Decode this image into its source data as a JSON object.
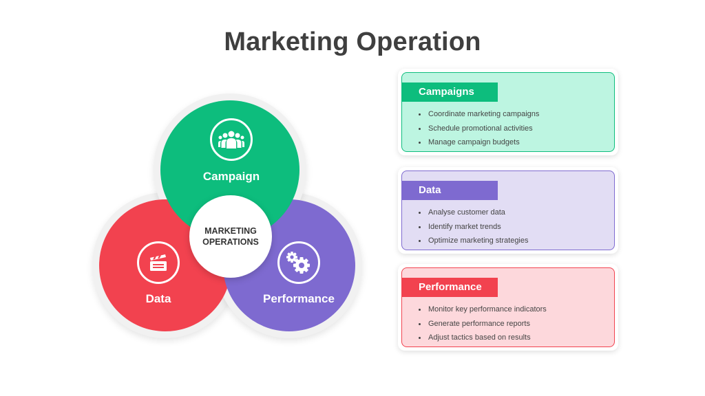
{
  "title": "Marketing Operation",
  "colors": {
    "campaign": "#0dbd7d",
    "data": "#f2424f",
    "performance": "#7e6ad0",
    "title": "#3f3f3f"
  },
  "diagram": {
    "center_label": "MARKETING\nOPERATIONS",
    "circles": {
      "campaign": {
        "label": "Campaign",
        "icon": "team-people-icon"
      },
      "data": {
        "label": "Data",
        "icon": "clapperboard-icon"
      },
      "performance": {
        "label": "Performance",
        "icon": "gears-icon"
      }
    }
  },
  "cards": [
    {
      "title": "Campaigns",
      "items": [
        "Coordinate marketing campaigns",
        "Schedule promotional activities",
        "Manage campaign budgets"
      ]
    },
    {
      "title": "Data",
      "items": [
        "Analyse customer data",
        "Identify market trends",
        "Optimize marketing strategies"
      ]
    },
    {
      "title": "Performance",
      "items": [
        "Monitor key performance indicators",
        "Generate performance reports",
        "Adjust tactics based on results"
      ]
    }
  ]
}
